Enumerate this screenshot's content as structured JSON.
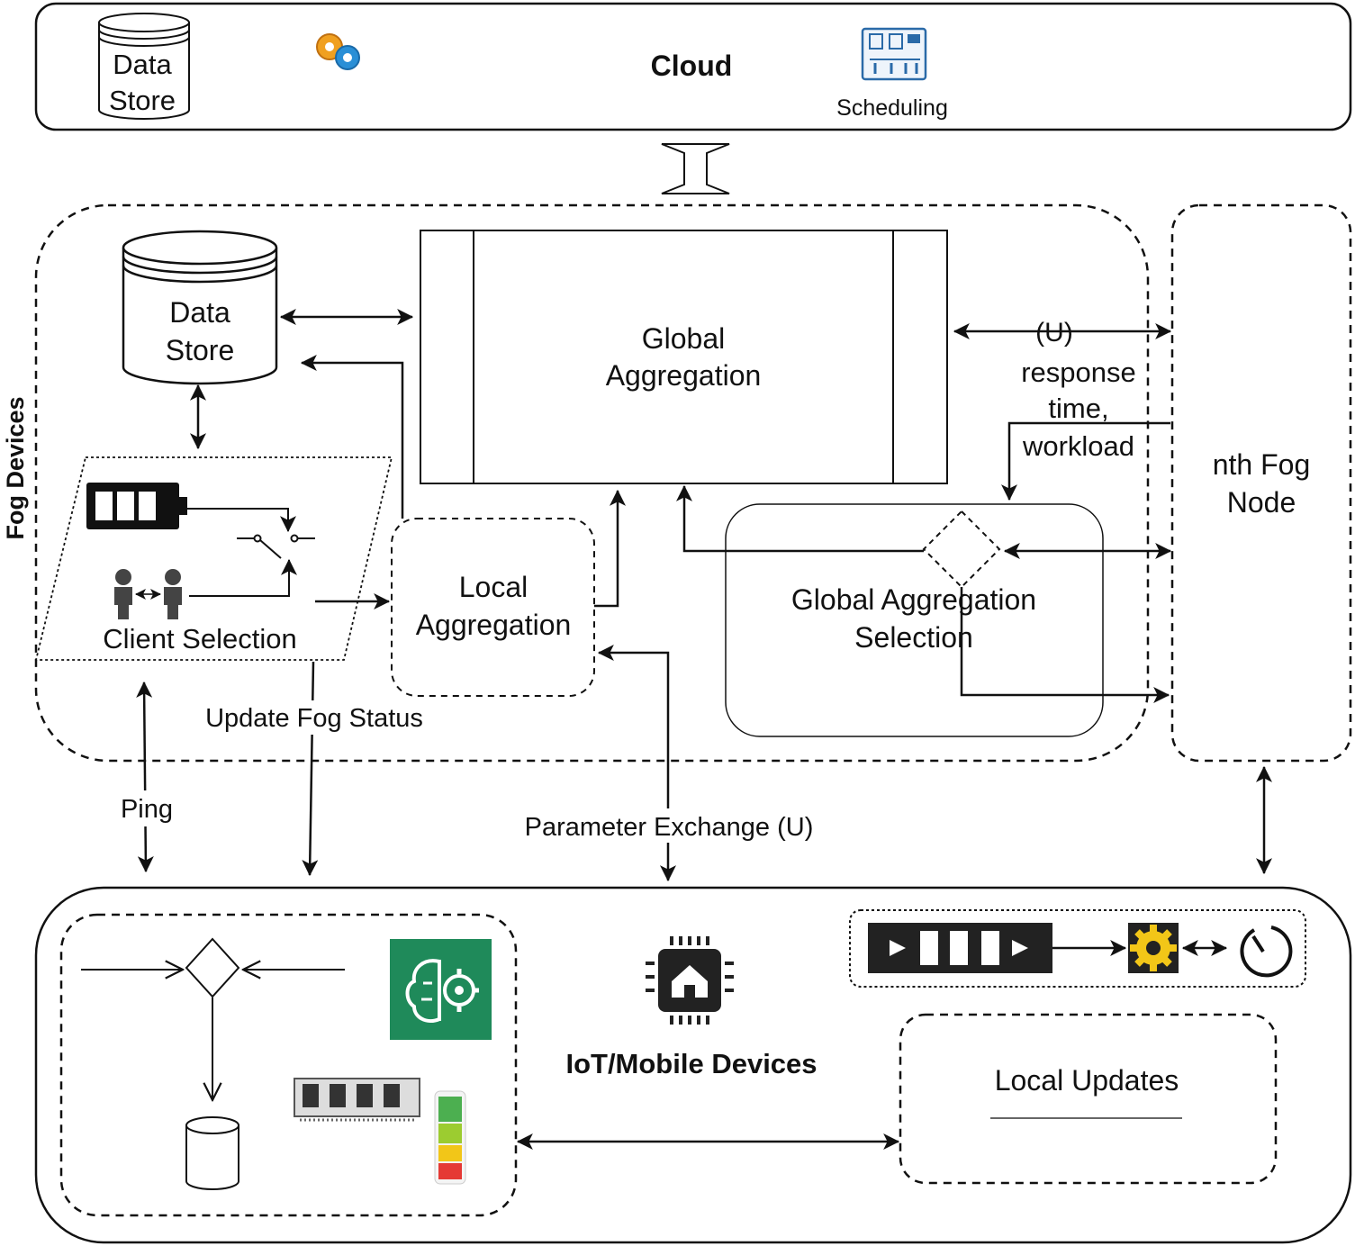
{
  "cloud": {
    "title": "Cloud",
    "data_store": [
      "Data",
      "Store"
    ],
    "scheduling": "Scheduling"
  },
  "fog": {
    "side_label": "Fog Devices",
    "data_store": [
      "Data",
      "Store"
    ],
    "global_aggregation": [
      "Global",
      "Aggregation"
    ],
    "response_label": [
      "(U)",
      "response",
      "time,",
      "workload"
    ],
    "client_selection": "Client Selection",
    "local_aggregation": [
      "Local",
      "Aggregation"
    ],
    "global_aggregation_selection": [
      "Global Aggregation",
      "Selection"
    ],
    "nth_fog_node": [
      "nth Fog",
      "Node"
    ]
  },
  "links": {
    "update_fog_status": "Update Fog Status",
    "ping": "Ping",
    "parameter_exchange": "Parameter Exchange (U)"
  },
  "iot": {
    "title": "IoT/Mobile Devices",
    "local_updates": "Local Updates"
  },
  "icons": [
    "gears-icon",
    "scheduling-icon",
    "battery-icon",
    "switch-icon",
    "people-icon",
    "brain-gear-icon",
    "memory-icon",
    "battery-level-icon",
    "chip-home-icon",
    "queue-icon",
    "gear-icon",
    "timer-icon",
    "decision-icon",
    "database-icon"
  ],
  "colors": {
    "brain_icon_bg": "#1f8a5a",
    "gear_yellow": "#f2c618",
    "gears_blue": "#2a8fd6",
    "gears_orange": "#f0a020"
  }
}
